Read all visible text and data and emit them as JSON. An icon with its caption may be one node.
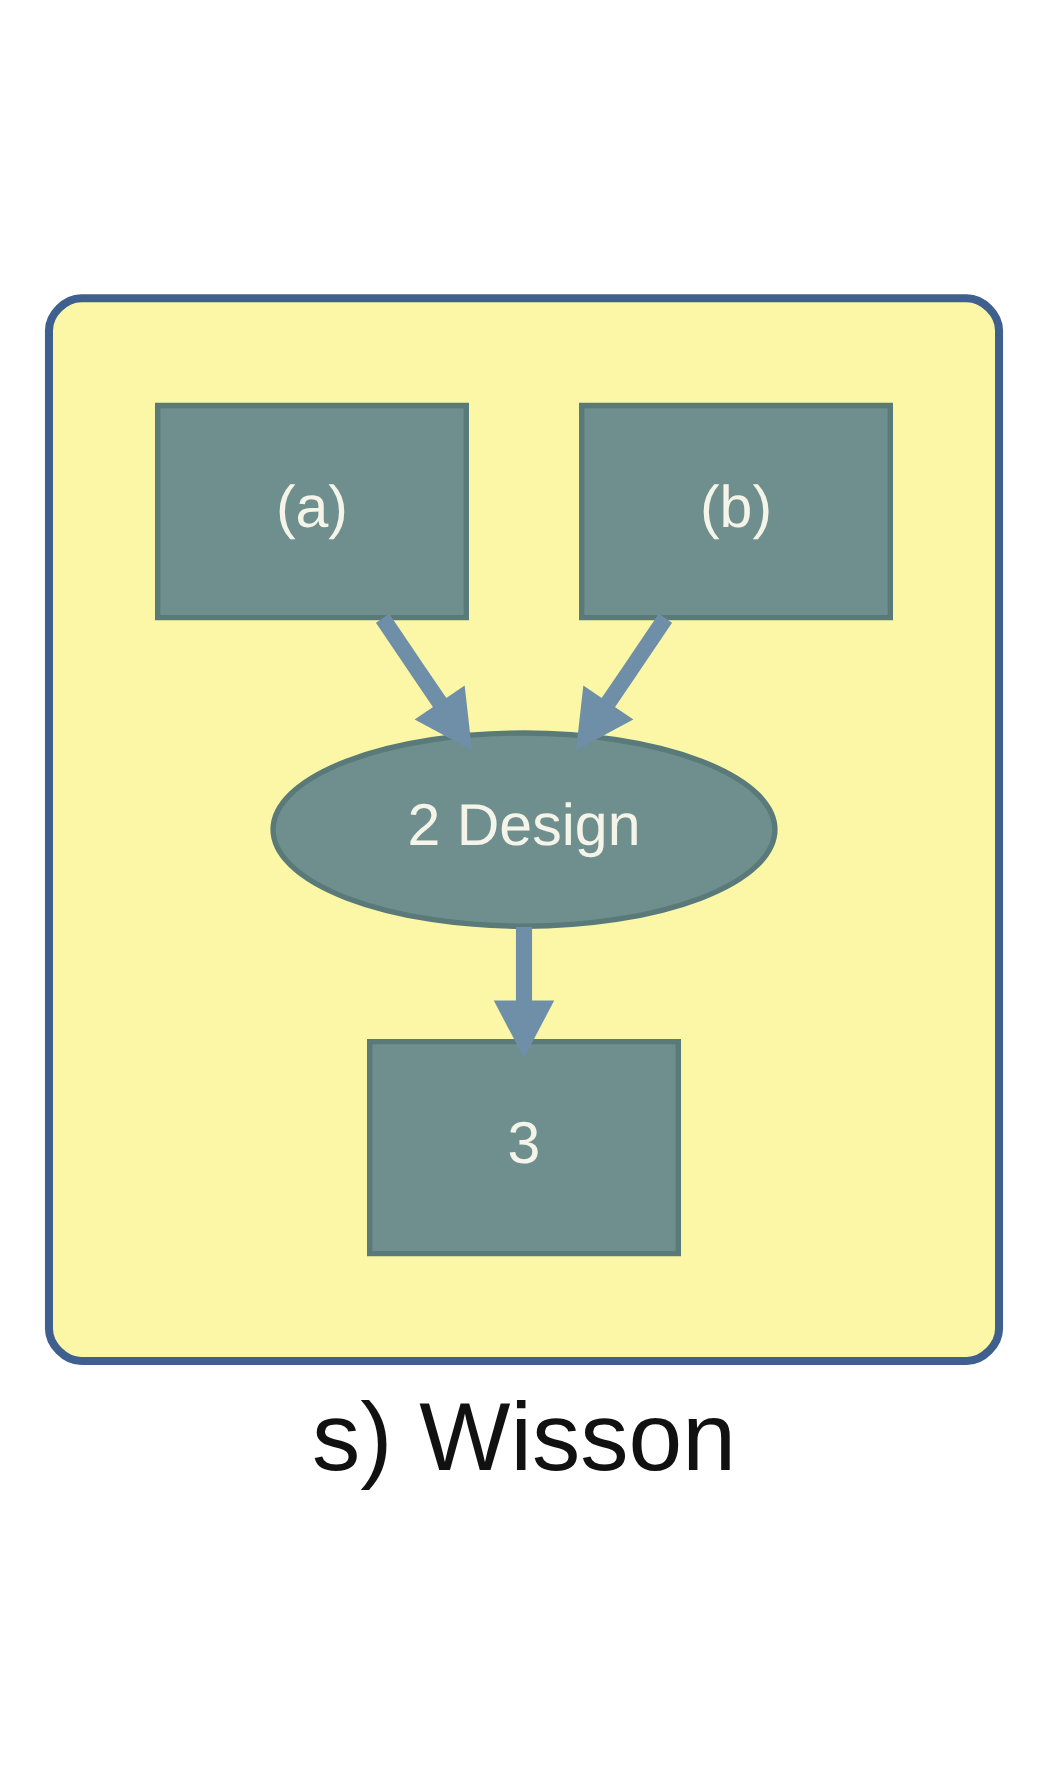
{
  "diagram": {
    "nodes": [
      {
        "text": [],
        "shape": "ellipse"
      },
      {
        "text": [
          "(a)"
        ],
        "in": 0
      },
      {
        "text": [
          "(b)"
        ],
        "in": 0
      },
      {
        "text": [
          "2 Design"
        ],
        "in": 0
      },
      {
        "text": [
          "3"
        ],
        "in": 0
      }
    ],
    "edges": [
      {
        "from": 1,
        "to": 3,
        "arrow": "to"
      },
      {
        "from": 2,
        "to": 3,
        "arrow": "to"
      },
      {
        "from": 3,
        "to": 4,
        "arrow": "to"
      }
    ],
    "labels": [
      "s) Wisson"
    ]
  }
}
